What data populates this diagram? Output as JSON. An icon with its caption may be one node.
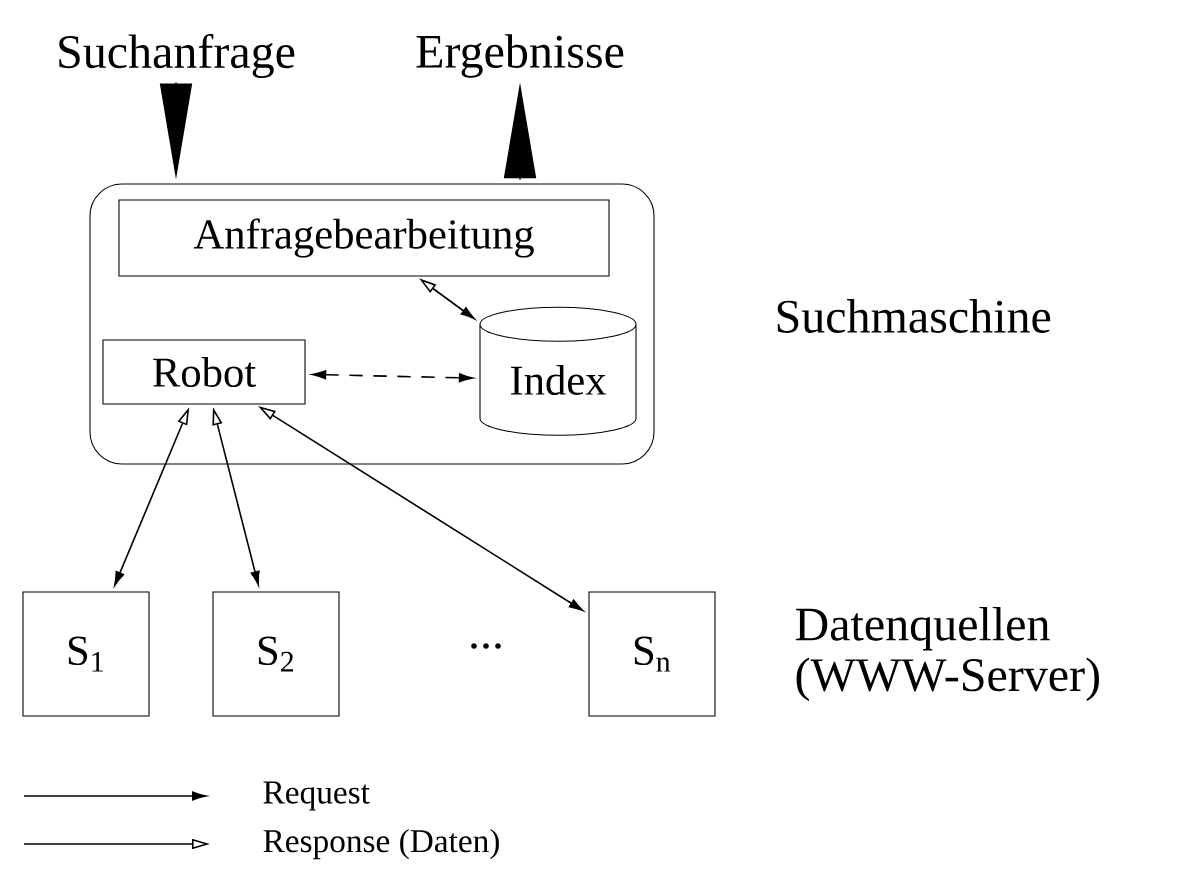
{
  "diagram": {
    "nodes": [
      {
        "text": [
          "Suchanfrage"
        ]
      },
      {
        "text": [
          "Ergebnisse"
        ]
      },
      {
        "text": [],
        "shape": "box",
        "beside": [
          "Suchmaschine"
        ]
      },
      {
        "text": [
          "Anfragebearbeitung"
        ],
        "in": 2
      },
      {
        "text": [
          "Robot"
        ],
        "in": 2
      },
      {
        "text": [
          "Index"
        ],
        "in": 2
      },
      {
        "text": [
          "S$_{1}$"
        ]
      },
      {
        "text": [
          "S$_{2}$"
        ]
      },
      {
        "text": [
          "S$_{n}$"
        ]
      }
    ],
    "edges": [
      {
        "from": 0,
        "to": 2,
        "arrow": "to"
      },
      {
        "from": 2,
        "to": 1,
        "arrow": "to"
      },
      {
        "from": 3,
        "to": 5,
        "arrow": "both"
      },
      {
        "from": 4,
        "to": 5,
        "arrow": "both",
        "style": "dashed"
      },
      {
        "from": 4,
        "to": 6,
        "arrow": "both"
      },
      {
        "from": 4,
        "to": 7,
        "arrow": "both"
      },
      {
        "from": 4,
        "to": 8,
        "arrow": "both"
      }
    ],
    "labels": [
      "...",
      "Datenquellen (WWW-Server)"
    ],
    "legend": [
      {
        "text": "Request"
      },
      {
        "text": "Response (Daten)"
      }
    ]
  }
}
